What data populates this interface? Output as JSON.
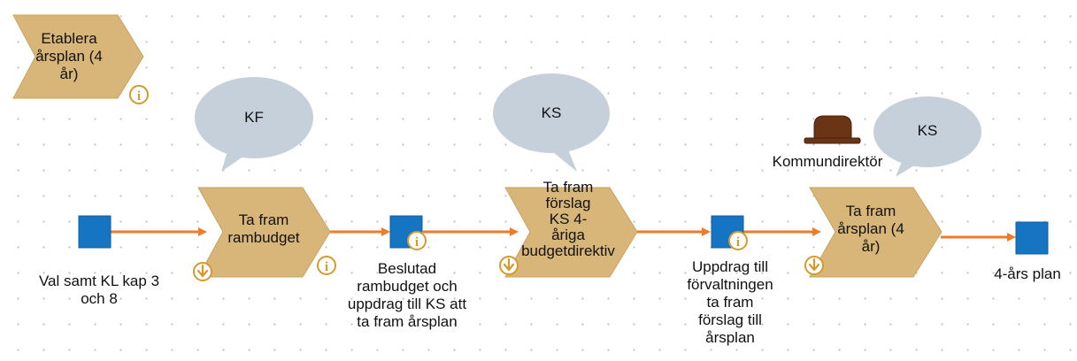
{
  "process_steps": [
    {
      "id": "etablera",
      "label": "Etablera\nårsplan (4\når)"
    },
    {
      "id": "rambudget",
      "label": "Ta fram\nrambudget"
    },
    {
      "id": "forslag",
      "label": "Ta fram\nförslag\nKS 4-\nåriga\nbudgetdirektiv"
    },
    {
      "id": "arsplan",
      "label": "Ta fram\nårsplan (4\når)"
    }
  ],
  "events": [
    {
      "id": "start",
      "label": "Val samt KL kap 3\noch 8"
    },
    {
      "id": "beslutad",
      "label": "Beslutad\nrambudget och\nuppdrag till KS att\nta fram årsplan"
    },
    {
      "id": "uppdrag",
      "label": "Uppdrag till\nförvaltningen\nta fram\nförslag till\nårsplan"
    },
    {
      "id": "end",
      "label": "4-års plan"
    }
  ],
  "actors": [
    {
      "id": "kf",
      "label": "KF"
    },
    {
      "id": "ks1",
      "label": "KS"
    },
    {
      "id": "ks2",
      "label": "KS"
    }
  ],
  "role": {
    "label": "Kommundirektör",
    "icon": "hat-icon"
  },
  "colors": {
    "step_fill": "#d8b679",
    "event_fill": "#1675c2",
    "bubble_fill": "#c6d0da",
    "arrow": "#ee7a2a",
    "info_icon": "#d49a2c",
    "hat": "#6b3414"
  }
}
